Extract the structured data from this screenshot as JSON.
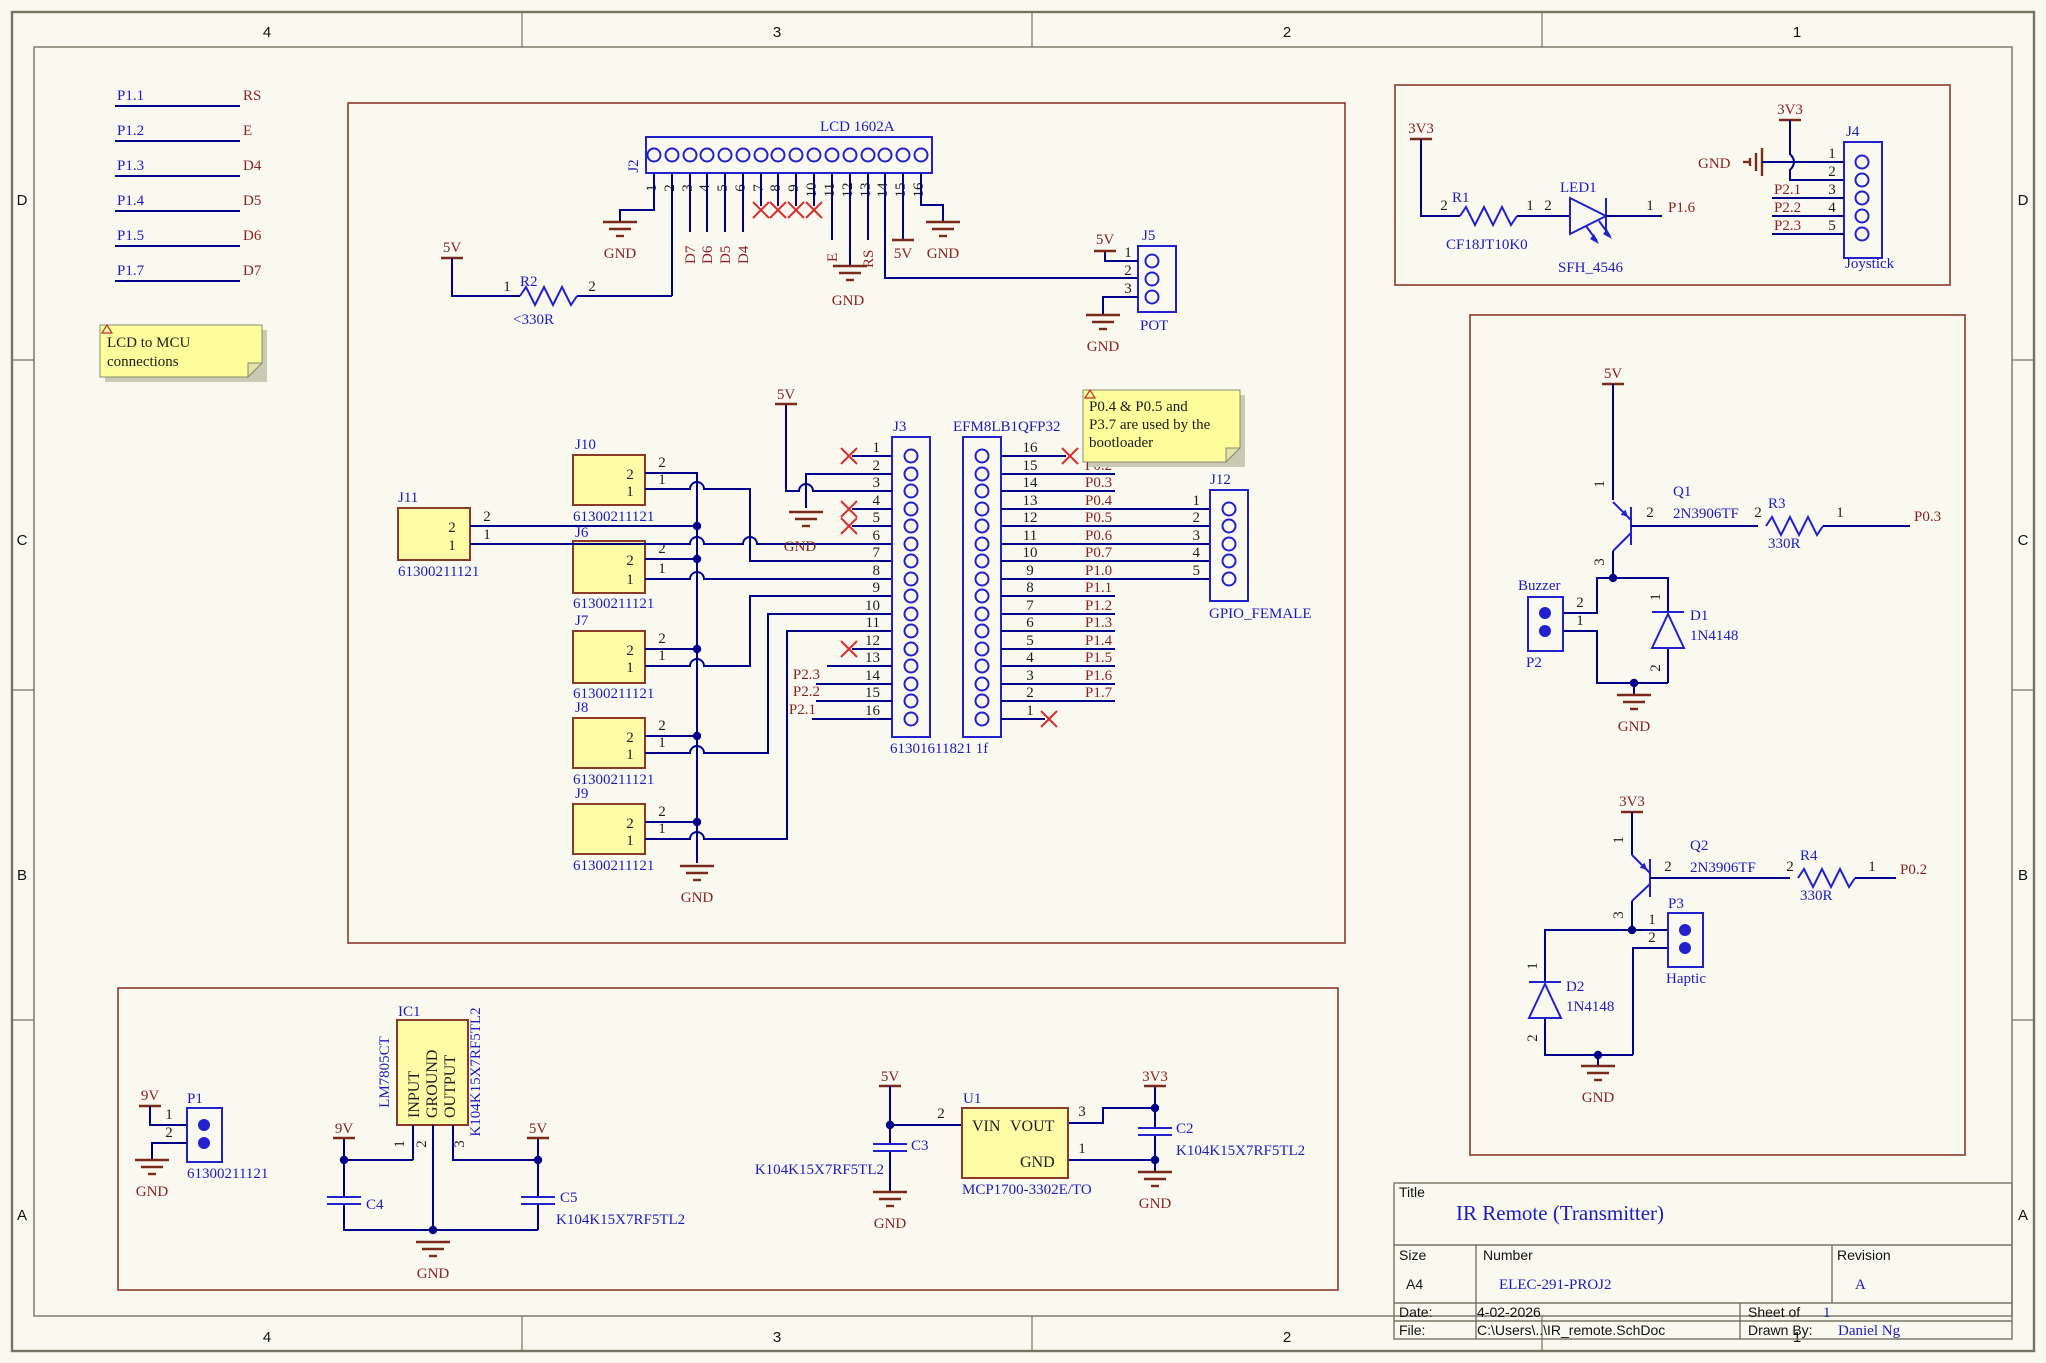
{
  "frame": {
    "cols": [
      "4",
      "3",
      "2",
      "1"
    ],
    "rows": [
      "D",
      "C",
      "B",
      "A"
    ]
  },
  "pwr": {
    "gnd": "GND",
    "v5": "5V",
    "v9": "9V",
    "v33": "3V3"
  },
  "nums16": [
    "1",
    "2",
    "3",
    "4",
    "5",
    "6",
    "7",
    "8",
    "9",
    "10",
    "11",
    "12",
    "13",
    "14",
    "15",
    "16"
  ],
  "nums5": [
    "1",
    "2",
    "3",
    "4",
    "5"
  ],
  "nums3": [
    "1",
    "2",
    "3"
  ],
  "netlist": [
    {
      "p": "P1.1",
      "n": "RS"
    },
    {
      "p": "P1.2",
      "n": "E"
    },
    {
      "p": "P1.3",
      "n": "D4"
    },
    {
      "p": "P1.4",
      "n": "D5"
    },
    {
      "p": "P1.5",
      "n": "D6"
    },
    {
      "p": "P1.7",
      "n": "D7"
    }
  ],
  "notes": {
    "lcd": [
      "LCD to MCU",
      "connections"
    ],
    "boot": [
      "P0.4 & P0.5 and",
      "P3.7 are used by the",
      "bootloader"
    ]
  },
  "j2": {
    "title": "LCD  1602A",
    "des": "J2",
    "d7": "D7",
    "d6": "D6",
    "d5": "D5",
    "d4": "D4",
    "e": "E",
    "rs": "RS"
  },
  "r2": {
    "des": "R2",
    "val": "<330R"
  },
  "j5": {
    "des": "J5",
    "val": "POT"
  },
  "r1": {
    "des": "R1",
    "val": "CF18JT10K0"
  },
  "led1": {
    "des": "LED1",
    "val": "SFH_4546",
    "net": "P1.6"
  },
  "j4": {
    "des": "J4",
    "val": "Joystick",
    "nets": [
      "P2.1",
      "P2.2",
      "P2.3"
    ]
  },
  "part2pin": "61300211121",
  "j10": {
    "des": "J10"
  },
  "j11": {
    "des": "J11"
  },
  "j6": {
    "des": "J6"
  },
  "j7": {
    "des": "J7"
  },
  "j8": {
    "des": "J8"
  },
  "j9": {
    "des": "J9"
  },
  "j3": {
    "des": "J3",
    "part": "61301611821 1f",
    "nets": [
      "P2.3",
      "P2.2",
      "P2.1"
    ]
  },
  "efm8": {
    "name": "EFM8LB1QFP32",
    "nets": [
      "P0.2",
      "P0.3",
      "P0.4",
      "P0.5",
      "P0.6",
      "P0.7",
      "P1.0",
      "P1.1",
      "P1.2",
      "P1.3",
      "P1.4",
      "P1.5",
      "P1.6",
      "P1.7"
    ]
  },
  "j12": {
    "des": "J12",
    "val": "GPIO_FEMALE"
  },
  "q1": {
    "des": "Q1",
    "val": "2N3906TF"
  },
  "r3": {
    "des": "R3",
    "val": "330R",
    "net": "P0.3"
  },
  "p2c": {
    "des": "P2",
    "val": "Buzzer"
  },
  "d1": {
    "des": "D1",
    "val": "1N4148"
  },
  "q2": {
    "des": "Q2",
    "val": "2N3906TF"
  },
  "r4": {
    "des": "R4",
    "val": "330R",
    "net": "P0.2"
  },
  "p3c": {
    "des": "P3",
    "val": "Haptic"
  },
  "d2": {
    "des": "D2",
    "val": "1N4148"
  },
  "p1c": {
    "des": "P1"
  },
  "ic1": {
    "des": "IC1",
    "val": "LM7805CT",
    "pins": [
      "INPUT",
      "GROUND",
      "OUTPUT"
    ]
  },
  "caps": {
    "c2": "C2",
    "c3": "C3",
    "c4": "C4",
    "c5": "C5",
    "part": "K104K15X7RF5TL2"
  },
  "u1": {
    "des": "U1",
    "val": "MCP1700-3302E/TO",
    "vin": "VIN",
    "vout": "VOUT",
    "gnd": "GND"
  },
  "tb": {
    "title_label": "Title",
    "title": "IR Remote (Transmitter)",
    "size_label": "Size",
    "size": "A4",
    "number_label": "Number",
    "number": "ELEC-291-PROJ2",
    "rev_label": "Revision",
    "rev": "A",
    "date_label": "Date:",
    "date": "4-02-2026",
    "sheet_label": "Sheet  of",
    "sheet": "1",
    "file_label": "File:",
    "file": "C:\\Users\\..\\IR_remote.SchDoc",
    "drawn_label": "Drawn By:",
    "drawn": "Daniel Ng"
  }
}
